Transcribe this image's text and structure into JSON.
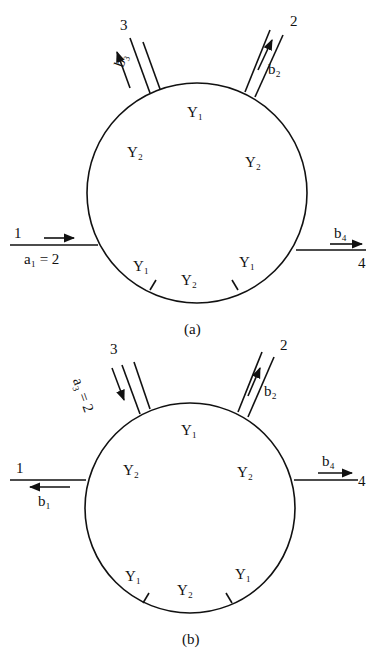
{
  "diagram": {
    "nodes": [
      {
        "text": [
          "Y₁",
          "Y₂",
          "Y₂",
          "Y₁",
          "Y₁",
          "Y₂"
        ]
      },
      {
        "text": [
          "Y₁",
          "Y₂",
          "Y₂",
          "Y₁",
          "Y₁",
          "Y₂"
        ]
      }
    ],
    "labels": [
      "3",
      "2",
      "b₃",
      "b₂",
      "1",
      "a₁ = 2",
      "b₄",
      "4",
      "(a)",
      "3",
      "2",
      "a₃ = 2",
      "b₂",
      "b₄",
      "1",
      "4",
      "b₁",
      "(b)"
    ]
  }
}
